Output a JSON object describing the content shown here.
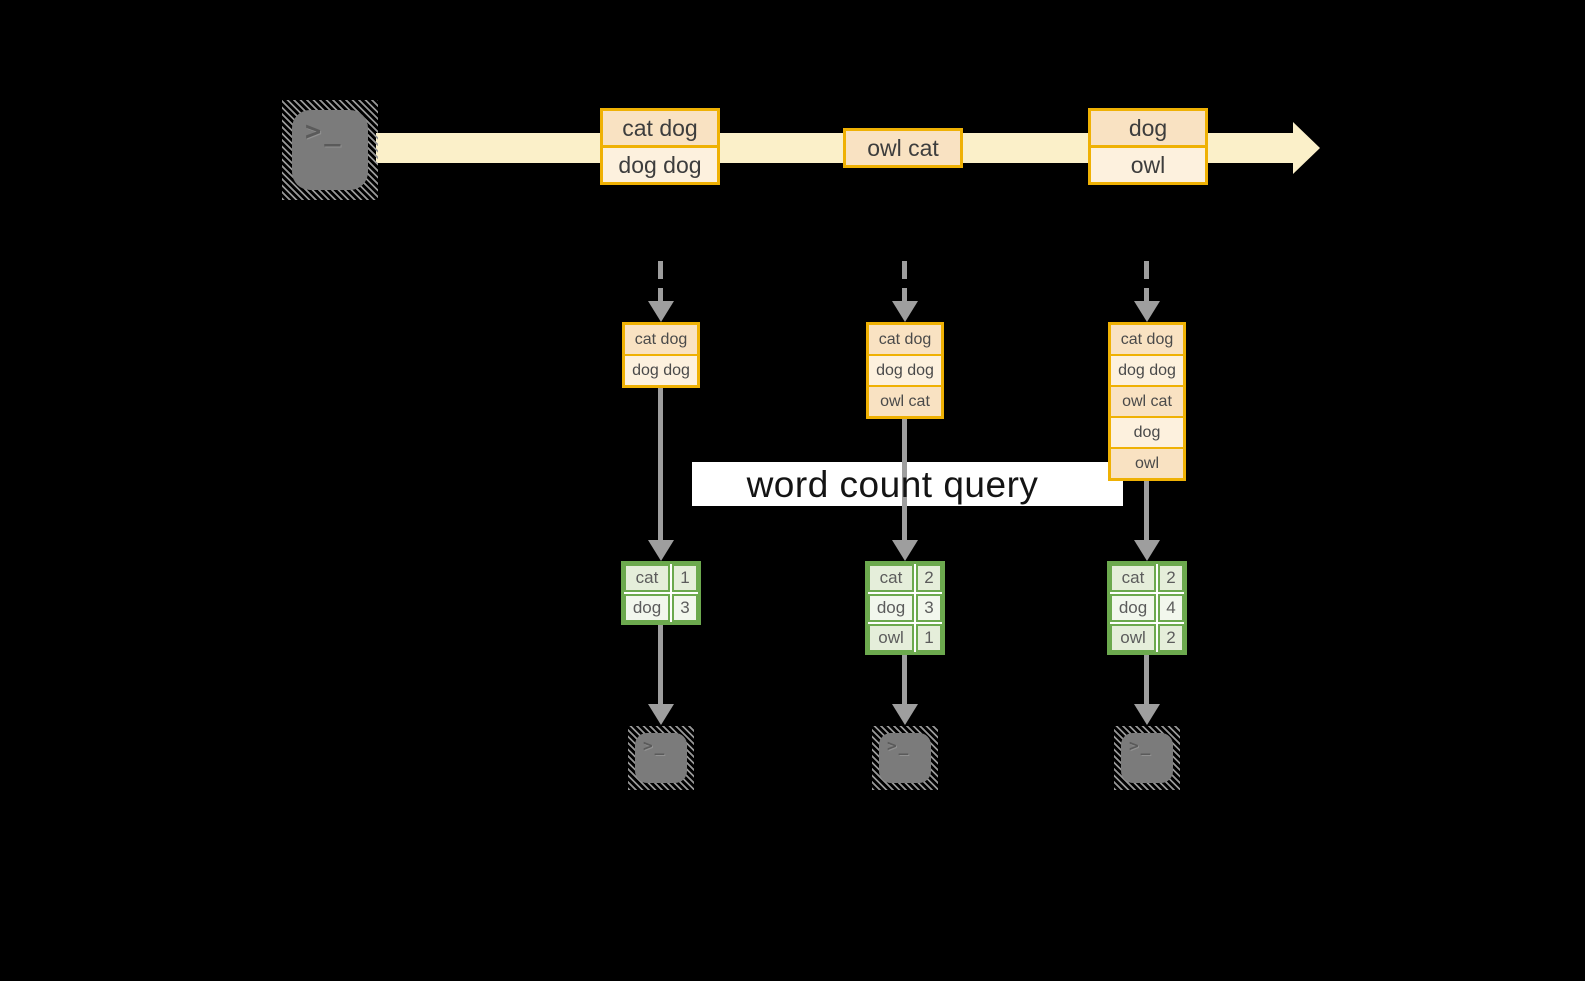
{
  "query_label": "word count query",
  "terminal_prompt": ">_",
  "icons": {
    "source": "terminal-icon",
    "sink": "terminal-icon",
    "stream_arrow": "right-arrow-icon",
    "trigger_arrow": "dashed-down-arrow-icon"
  },
  "colors": {
    "background": "#000000",
    "stream_band": "#fbf0c9",
    "box_border_amber": "#efb104",
    "record_peach": "#f9e2c2",
    "record_cream": "#fdf1de",
    "table_border_green": "#6ca94e",
    "cell_green_light": "#e5eeda",
    "cell_green_pale": "#f2f7ed",
    "arrow_gray": "#9e9e9e",
    "terminal_gray": "#7b7b7b",
    "query_band": "#ffffff"
  },
  "stream": {
    "batches": [
      {
        "records": [
          "cat dog",
          "dog dog"
        ]
      },
      {
        "records": [
          "owl cat"
        ]
      },
      {
        "records": [
          "dog",
          "owl"
        ]
      }
    ]
  },
  "columns": [
    {
      "input_records": [
        "cat dog",
        "dog dog"
      ],
      "counts": [
        {
          "word": "cat",
          "count": "1"
        },
        {
          "word": "dog",
          "count": "3"
        }
      ]
    },
    {
      "input_records": [
        "cat dog",
        "dog dog",
        "owl cat"
      ],
      "counts": [
        {
          "word": "cat",
          "count": "2"
        },
        {
          "word": "dog",
          "count": "3"
        },
        {
          "word": "owl",
          "count": "1"
        }
      ]
    },
    {
      "input_records": [
        "cat dog",
        "dog dog",
        "owl cat",
        "dog",
        "owl"
      ],
      "counts": [
        {
          "word": "cat",
          "count": "2"
        },
        {
          "word": "dog",
          "count": "4"
        },
        {
          "word": "owl",
          "count": "2"
        }
      ]
    }
  ]
}
